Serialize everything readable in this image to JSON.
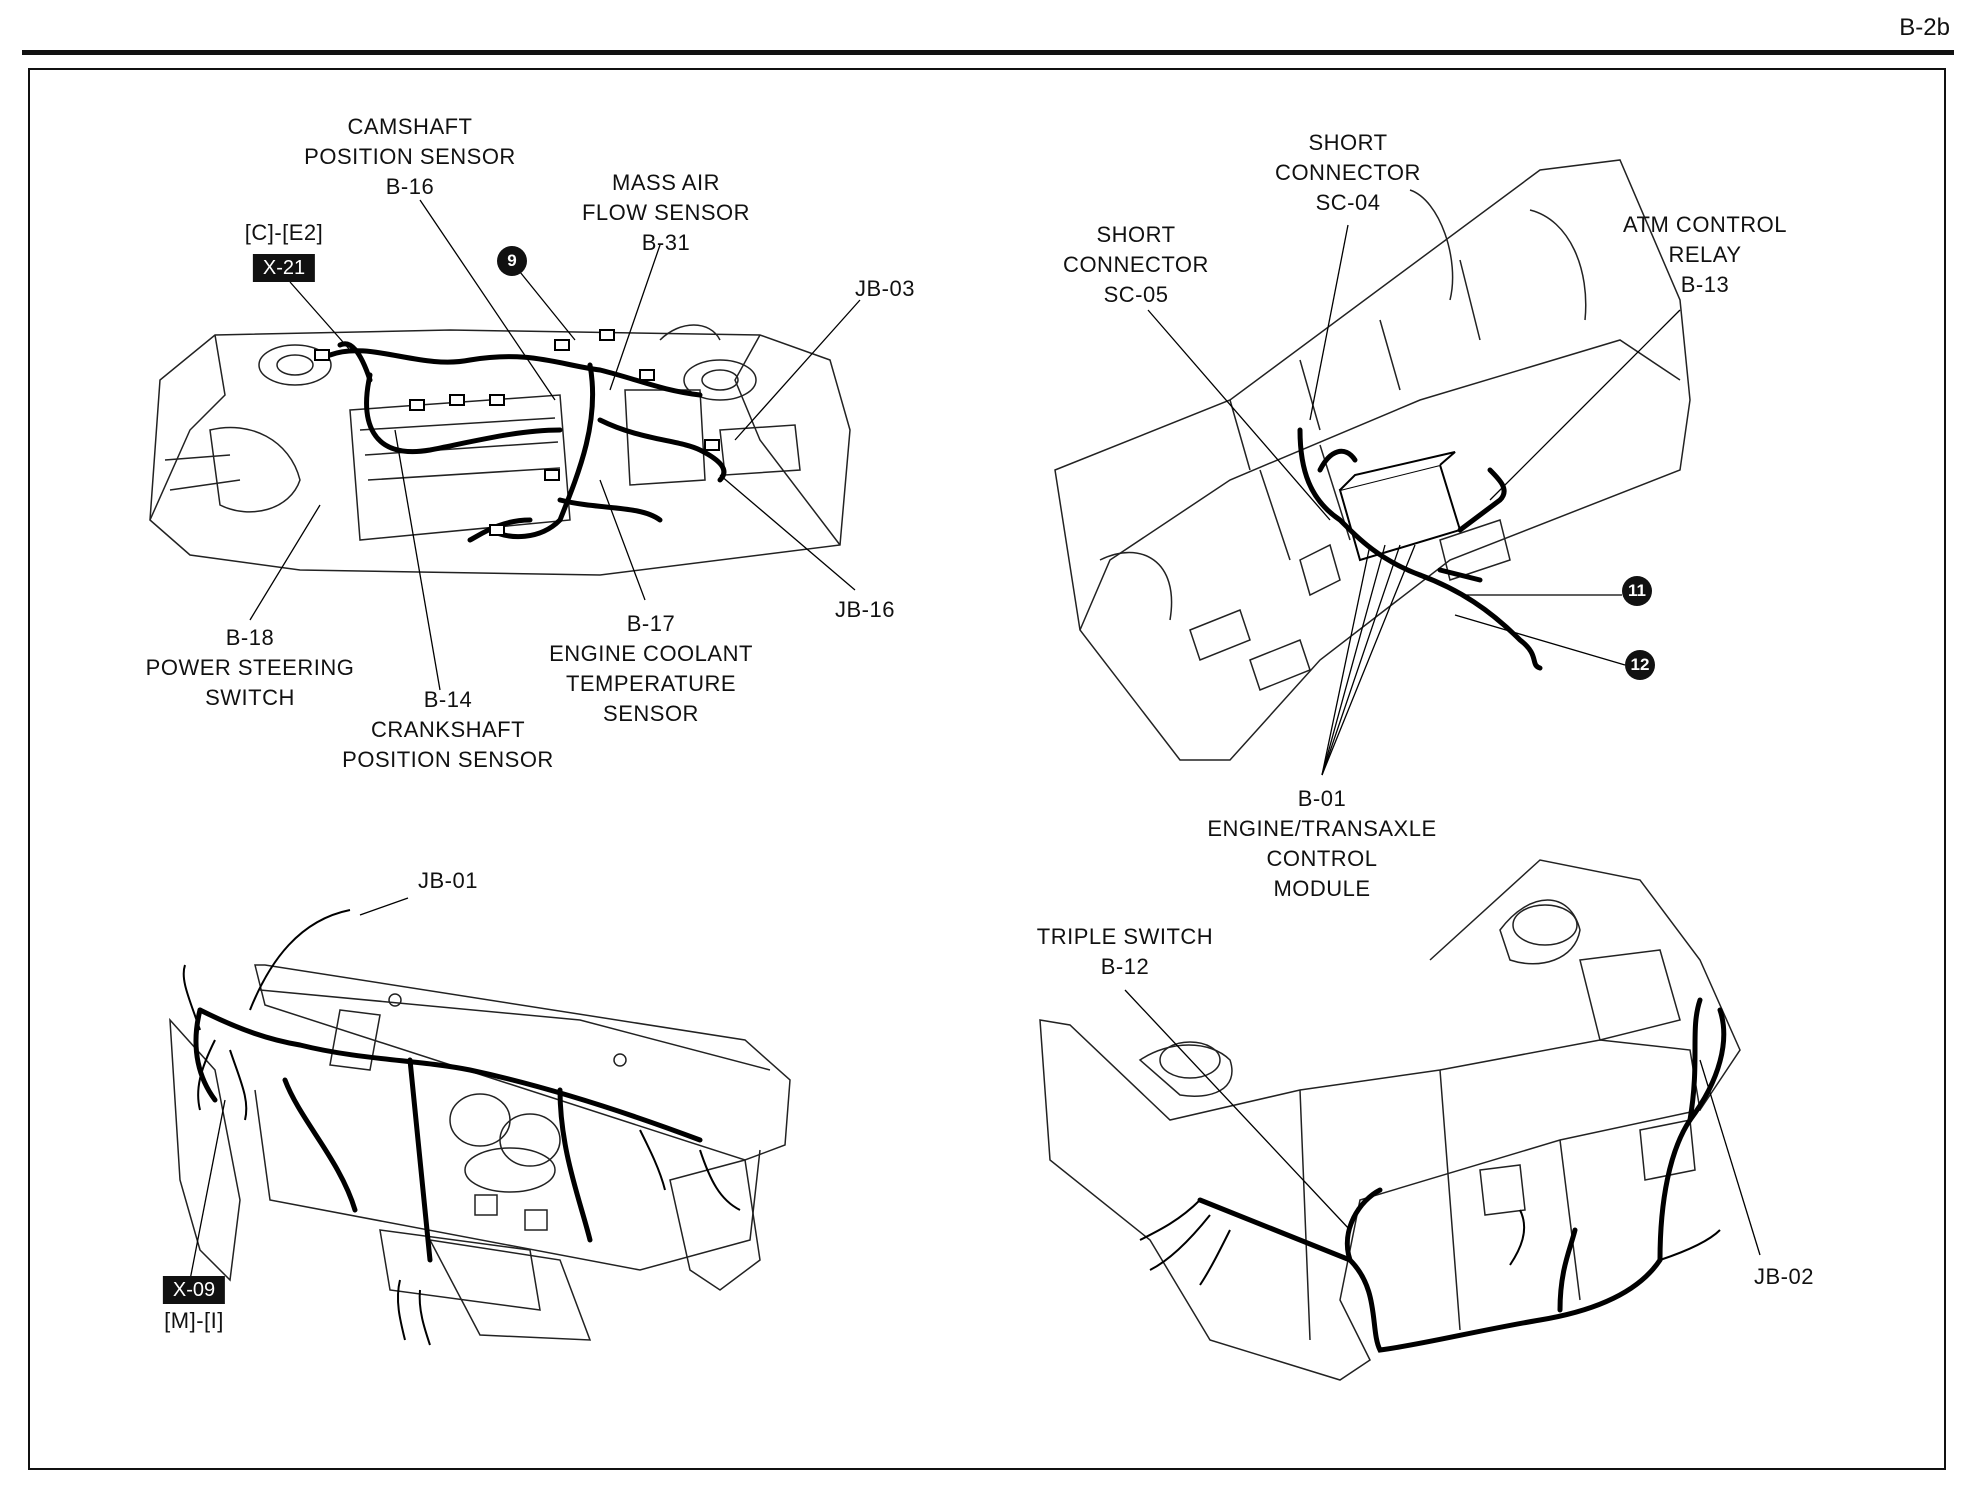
{
  "page_id": "B-2b",
  "views": {
    "engine_bay": {
      "labels": {
        "camshaft": [
          "CAMSHAFT",
          "POSITION SENSOR",
          "B-16"
        ],
        "maf": [
          "MASS AIR",
          "FLOW SENSOR",
          "B-31"
        ],
        "x21_ref": "[C]-[E2]",
        "x21_tag": "X-21",
        "badge_9": "9",
        "jb03": "JB-03",
        "b18": [
          "B-18",
          "POWER STEERING",
          "SWITCH"
        ],
        "b14": [
          "B-14",
          "CRANKSHAFT",
          "POSITION SENSOR"
        ],
        "b17": [
          "B-17",
          "ENGINE COOLANT",
          "TEMPERATURE",
          "SENSOR"
        ],
        "jb16": "JB-16"
      }
    },
    "firewall_ecu": {
      "labels": {
        "sc04": [
          "SHORT",
          "CONNECTOR",
          "SC-04"
        ],
        "sc05": [
          "SHORT",
          "CONNECTOR",
          "SC-05"
        ],
        "atm": [
          "ATM CONTROL",
          "RELAY",
          "B-13"
        ],
        "badge_11": "11",
        "badge_12": "12",
        "b01": [
          "B-01",
          "ENGINE/TRANSAXLE",
          "CONTROL",
          "MODULE"
        ]
      }
    },
    "dashboard": {
      "labels": {
        "jb01": "JB-01",
        "x09_tag": "X-09",
        "x09_ref": "[M]-[I]"
      }
    },
    "front_end": {
      "labels": {
        "triple": [
          "TRIPLE SWITCH",
          "B-12"
        ],
        "jb02": "JB-02"
      }
    }
  }
}
